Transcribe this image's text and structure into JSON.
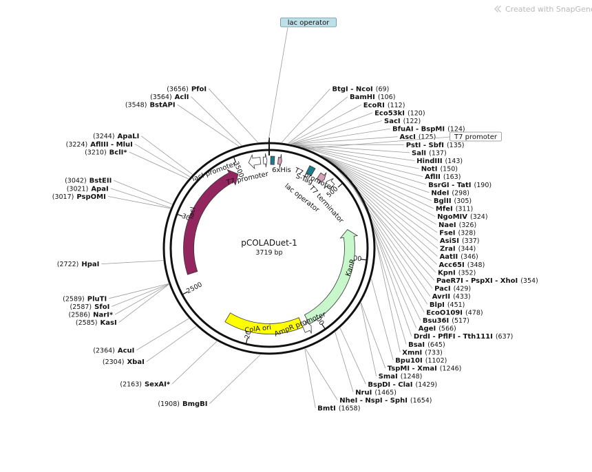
{
  "watermark": {
    "text": "Created with SnapGene®",
    "icon": "snapgene-logo-icon"
  },
  "plasmid": {
    "name": "pCOLADuet-1",
    "length_label": "3719 bp",
    "length": 3719
  },
  "ticks": [
    {
      "pos": 500,
      "label": "500"
    },
    {
      "pos": 1000,
      "label": "1000"
    },
    {
      "pos": 1500,
      "label": "1500"
    },
    {
      "pos": 2000,
      "label": "2000"
    },
    {
      "pos": 2500,
      "label": "2500"
    },
    {
      "pos": 3000,
      "label": "3000"
    },
    {
      "pos": 3500,
      "label": "3500"
    }
  ],
  "sites": [
    {
      "name": "PfoI",
      "pos_label": "(3656)",
      "pos": 3656,
      "side": "left"
    },
    {
      "name": "AclI",
      "pos_label": "(3564)",
      "pos": 3564,
      "side": "left"
    },
    {
      "name": "BstAPI",
      "pos_label": "(3548)",
      "pos": 3548,
      "side": "left"
    },
    {
      "name": "ApaLI",
      "pos_label": "(3244)",
      "pos": 3244,
      "side": "left"
    },
    {
      "name": "AflIII - MluI",
      "pos_label": "(3224)",
      "pos": 3224,
      "side": "left"
    },
    {
      "name": "BclI*",
      "pos_label": "(3210)",
      "pos": 3210,
      "side": "left"
    },
    {
      "name": "BstEII",
      "pos_label": "(3042)",
      "pos": 3042,
      "side": "left"
    },
    {
      "name": "ApaI",
      "pos_label": "(3021)",
      "pos": 3021,
      "side": "left"
    },
    {
      "name": "PspOMI",
      "pos_label": "(3017)",
      "pos": 3017,
      "side": "left"
    },
    {
      "name": "HpaI",
      "pos_label": "(2722)",
      "pos": 2722,
      "side": "left"
    },
    {
      "name": "PluTI",
      "pos_label": "(2589)",
      "pos": 2589,
      "side": "left"
    },
    {
      "name": "SfoI",
      "pos_label": "(2587)",
      "pos": 2587,
      "side": "left"
    },
    {
      "name": "NarI*",
      "pos_label": "(2586)",
      "pos": 2586,
      "side": "left"
    },
    {
      "name": "KasI",
      "pos_label": "(2585)",
      "pos": 2585,
      "side": "left"
    },
    {
      "name": "AcuI",
      "pos_label": "(2364)",
      "pos": 2364,
      "side": "left"
    },
    {
      "name": "XbaI",
      "pos_label": "(2304)",
      "pos": 2304,
      "side": "left"
    },
    {
      "name": "SexAI*",
      "pos_label": "(2163)",
      "pos": 2163,
      "side": "left"
    },
    {
      "name": "BmgBI",
      "pos_label": "(1908)",
      "pos": 1908,
      "side": "left"
    },
    {
      "name": "BtgI - NcoI",
      "pos_label": "(69)",
      "pos": 69,
      "side": "right"
    },
    {
      "name": "BamHI",
      "pos_label": "(106)",
      "pos": 106,
      "side": "right"
    },
    {
      "name": "EcoRI",
      "pos_label": "(112)",
      "pos": 112,
      "side": "right"
    },
    {
      "name": "Eco53kI",
      "pos_label": "(120)",
      "pos": 120,
      "side": "right"
    },
    {
      "name": "SacI",
      "pos_label": "(122)",
      "pos": 122,
      "side": "right"
    },
    {
      "name": "BfuAI - BspMI",
      "pos_label": "(124)",
      "pos": 124,
      "side": "right"
    },
    {
      "name": "AscI",
      "pos_label": "(125)",
      "pos": 125,
      "side": "right"
    },
    {
      "name": "PstI - SbfI",
      "pos_label": "(135)",
      "pos": 135,
      "side": "right"
    },
    {
      "name": "SalI",
      "pos_label": "(137)",
      "pos": 137,
      "side": "right"
    },
    {
      "name": "HindIII",
      "pos_label": "(143)",
      "pos": 143,
      "side": "right"
    },
    {
      "name": "NotI",
      "pos_label": "(150)",
      "pos": 150,
      "side": "right"
    },
    {
      "name": "AflII",
      "pos_label": "(163)",
      "pos": 163,
      "side": "right"
    },
    {
      "name": "BsrGI - TatI",
      "pos_label": "(190)",
      "pos": 190,
      "side": "right"
    },
    {
      "name": "NdeI",
      "pos_label": "(298)",
      "pos": 298,
      "side": "right"
    },
    {
      "name": "BglII",
      "pos_label": "(305)",
      "pos": 305,
      "side": "right"
    },
    {
      "name": "MfeI",
      "pos_label": "(311)",
      "pos": 311,
      "side": "right"
    },
    {
      "name": "NgoMIV",
      "pos_label": "(324)",
      "pos": 324,
      "side": "right"
    },
    {
      "name": "NaeI",
      "pos_label": "(326)",
      "pos": 326,
      "side": "right"
    },
    {
      "name": "FseI",
      "pos_label": "(328)",
      "pos": 328,
      "side": "right"
    },
    {
      "name": "AsiSI",
      "pos_label": "(337)",
      "pos": 337,
      "side": "right"
    },
    {
      "name": "ZraI",
      "pos_label": "(344)",
      "pos": 344,
      "side": "right"
    },
    {
      "name": "AatII",
      "pos_label": "(346)",
      "pos": 346,
      "side": "right"
    },
    {
      "name": "Acc65I",
      "pos_label": "(348)",
      "pos": 348,
      "side": "right"
    },
    {
      "name": "KpnI",
      "pos_label": "(352)",
      "pos": 352,
      "side": "right"
    },
    {
      "name": "PaeR7I - PspXI - XhoI",
      "pos_label": "(354)",
      "pos": 354,
      "side": "right"
    },
    {
      "name": "PacI",
      "pos_label": "(429)",
      "pos": 429,
      "side": "right"
    },
    {
      "name": "AvrII",
      "pos_label": "(433)",
      "pos": 433,
      "side": "right"
    },
    {
      "name": "BlpI",
      "pos_label": "(451)",
      "pos": 451,
      "side": "right"
    },
    {
      "name": "EcoO109I",
      "pos_label": "(478)",
      "pos": 478,
      "side": "right"
    },
    {
      "name": "Bsu36I",
      "pos_label": "(517)",
      "pos": 517,
      "side": "right"
    },
    {
      "name": "AgeI",
      "pos_label": "(566)",
      "pos": 566,
      "side": "right"
    },
    {
      "name": "DrdI - PflFI - Tth111I",
      "pos_label": "(637)",
      "pos": 637,
      "side": "right"
    },
    {
      "name": "BsaI",
      "pos_label": "(645)",
      "pos": 645,
      "side": "right"
    },
    {
      "name": "XmnI",
      "pos_label": "(733)",
      "pos": 733,
      "side": "right"
    },
    {
      "name": "Bpu10I",
      "pos_label": "(1102)",
      "pos": 1102,
      "side": "right"
    },
    {
      "name": "TspMI - XmaI",
      "pos_label": "(1246)",
      "pos": 1246,
      "side": "right"
    },
    {
      "name": "SmaI",
      "pos_label": "(1248)",
      "pos": 1248,
      "side": "right"
    },
    {
      "name": "BspDI - ClaI",
      "pos_label": "(1429)",
      "pos": 1429,
      "side": "right"
    },
    {
      "name": "NruI",
      "pos_label": "(1465)",
      "pos": 1465,
      "side": "right"
    },
    {
      "name": "NheI - NspI - SphI",
      "pos_label": "(1654)",
      "pos": 1654,
      "side": "right"
    },
    {
      "name": "BmtI",
      "pos_label": "(1658)",
      "pos": 1658,
      "side": "right"
    }
  ],
  "boxed_features": [
    {
      "label": "lac operator",
      "pos": 3714,
      "fill": "#bfe0e8",
      "stroke": "#5a8fa0"
    },
    {
      "label": "T7 promoter",
      "pos": 210,
      "fill": "#ffffff",
      "stroke": "#888888"
    }
  ],
  "features": [
    {
      "label": "lacI",
      "type": "arrow",
      "start": 2605,
      "end": 3485,
      "direction": "cw",
      "color": "#93265f"
    },
    {
      "label": "KanR",
      "type": "arrow",
      "start": 790,
      "end": 1570,
      "direction": "ccw",
      "color": "#c8f7cc"
    },
    {
      "label": "ColA ori",
      "type": "bar",
      "start": 1620,
      "end": 2180,
      "direction": "none",
      "color": "#ffff00"
    },
    {
      "label": "lacI promoter",
      "type": "small-arrow",
      "start": 3580,
      "end": 3660,
      "direction": "ccw",
      "color": "#ffffff"
    },
    {
      "label": "T7 promoter",
      "type": "small-arrow",
      "start": 3680,
      "end": 3705,
      "direction": "cw",
      "color": "#ffffff"
    },
    {
      "label": "lac operator",
      "type": "box",
      "start": 10,
      "end": 35,
      "direction": "none",
      "color": "#1f7a8c"
    },
    {
      "label": "6xHis",
      "type": "small-arrow",
      "start": 60,
      "end": 85,
      "direction": "cw",
      "color": "#d4a0b8"
    },
    {
      "label": "S-Tag",
      "type": "box",
      "start": 270,
      "end": 310,
      "direction": "none",
      "color": "#1f7a8c"
    },
    {
      "label": "T7 promoter",
      "type": "small-arrow",
      "start": 355,
      "end": 400,
      "direction": "cw",
      "color": "#d4a0b8"
    },
    {
      "label": "T7 terminator",
      "type": "small-arrow",
      "start": 420,
      "end": 470,
      "direction": "ccw",
      "color": "#ffffff"
    },
    {
      "label": "AmpR promoter",
      "type": "small-arrow",
      "start": 1565,
      "end": 1620,
      "direction": "ccw",
      "color": "#ffffff"
    }
  ],
  "feature_labels": [
    {
      "text": "lacI promoter",
      "name": "lacI-promoter-label"
    },
    {
      "text": "T7 promoter",
      "name": "t7-promoter-label-left"
    },
    {
      "text": "6xHis",
      "name": "6xhis-label"
    },
    {
      "text": "S-Tag",
      "name": "s-tag-label"
    },
    {
      "text": "T7 promoter",
      "name": "t7-promoter-label-inner"
    },
    {
      "text": "lac operator",
      "name": "lac-operator-label-inner"
    },
    {
      "text": "T7 terminator",
      "name": "t7-terminator-label"
    },
    {
      "text": "AmpR promoter",
      "name": "ampr-promoter-label"
    },
    {
      "text": "lacI",
      "name": "laci-label"
    },
    {
      "text": "KanR",
      "name": "kanr-label"
    },
    {
      "text": "ColA ori",
      "name": "cola-ori-label"
    }
  ]
}
